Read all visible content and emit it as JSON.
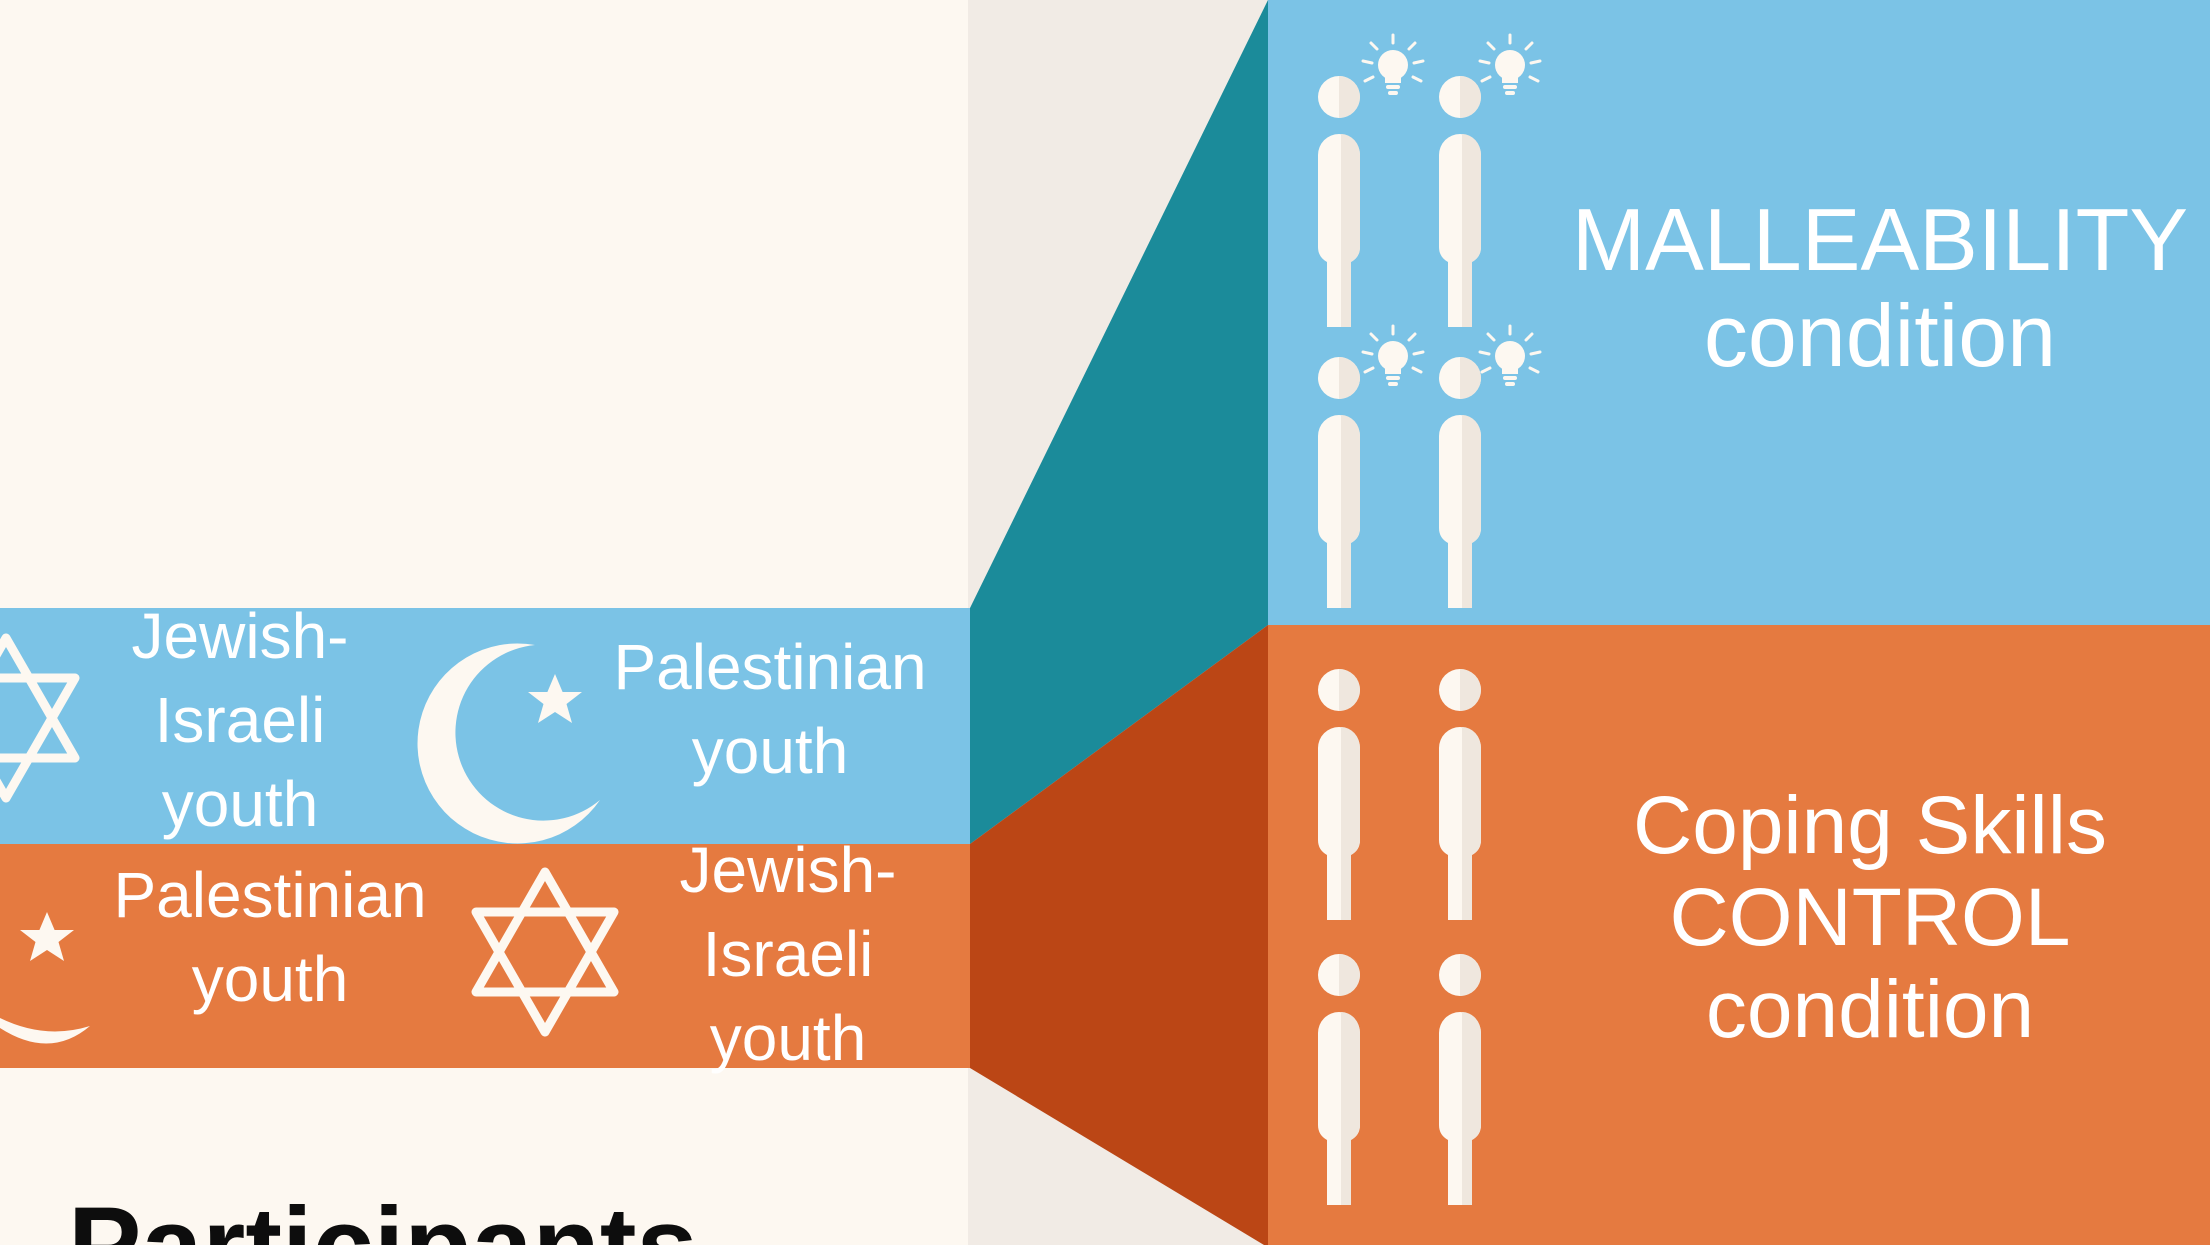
{
  "colors": {
    "background": "#fdf8f1",
    "divider_strip": "#f1ebe5",
    "blue": "#7bc3e6",
    "teal": "#1b8b9a",
    "orange": "#e57a40",
    "dark_orange": "#bb4615",
    "figure": "#fdf8f1"
  },
  "icons": [
    "star-of-david-icon",
    "crescent-star-icon",
    "person-icon",
    "lightbulb-icon"
  ],
  "participants": {
    "heading": "Participants",
    "blue_band": {
      "group_left": [
        "Jewish-",
        "Israeli",
        "youth"
      ],
      "group_right": [
        "Palestinian",
        "youth"
      ]
    },
    "orange_band": {
      "group_left": [
        "Palestinian",
        "youth"
      ],
      "group_right": [
        "Jewish-",
        "Israeli",
        "youth"
      ]
    }
  },
  "conditions": {
    "malleability": {
      "line1": "MALLEABILITY",
      "line2": "condition",
      "figures": 4,
      "lightbulbs": true
    },
    "control": {
      "line1": "Coping Skills",
      "line2": "CONTROL",
      "line3": "condition",
      "figures": 4,
      "lightbulbs": false
    }
  }
}
